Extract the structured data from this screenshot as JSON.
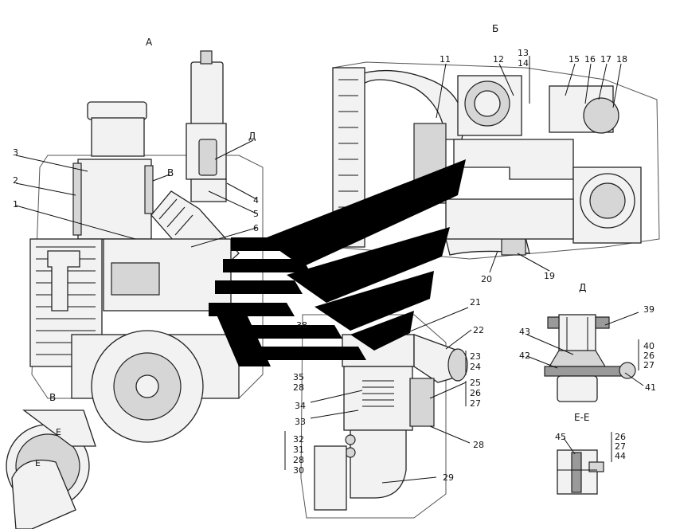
{
  "views": {
    "a": "А",
    "b": "Б",
    "v": "В",
    "d": "Д",
    "e_section": "Е-Е",
    "view_arrow": "В",
    "e_mark": "Е"
  },
  "callouts": {
    "c1": "1",
    "c2": "2",
    "c3": "3",
    "c4": "4",
    "c5": "5",
    "c6": "6",
    "c11": "11",
    "c12": "12",
    "c13": "13",
    "c14": "14",
    "c15": "15",
    "c16": "16",
    "c17": "17",
    "c18": "18",
    "c19": "19",
    "c20": "20",
    "c21": "21",
    "c22": "22",
    "c23": "23",
    "c24": "24",
    "c25": "25",
    "c26": "26",
    "c27": "27",
    "c28": "28",
    "c29": "29",
    "c30": "30",
    "c31": "31",
    "c32": "32",
    "c33": "33",
    "c34": "34",
    "c35": "35",
    "c38": "38",
    "c39": "39",
    "c40": "40",
    "c41": "41",
    "c42": "42",
    "c43": "43",
    "c44": "44",
    "c45": "45"
  },
  "colors": {
    "ink": "#111111",
    "logo": "#000000",
    "paper": "#ffffff"
  }
}
